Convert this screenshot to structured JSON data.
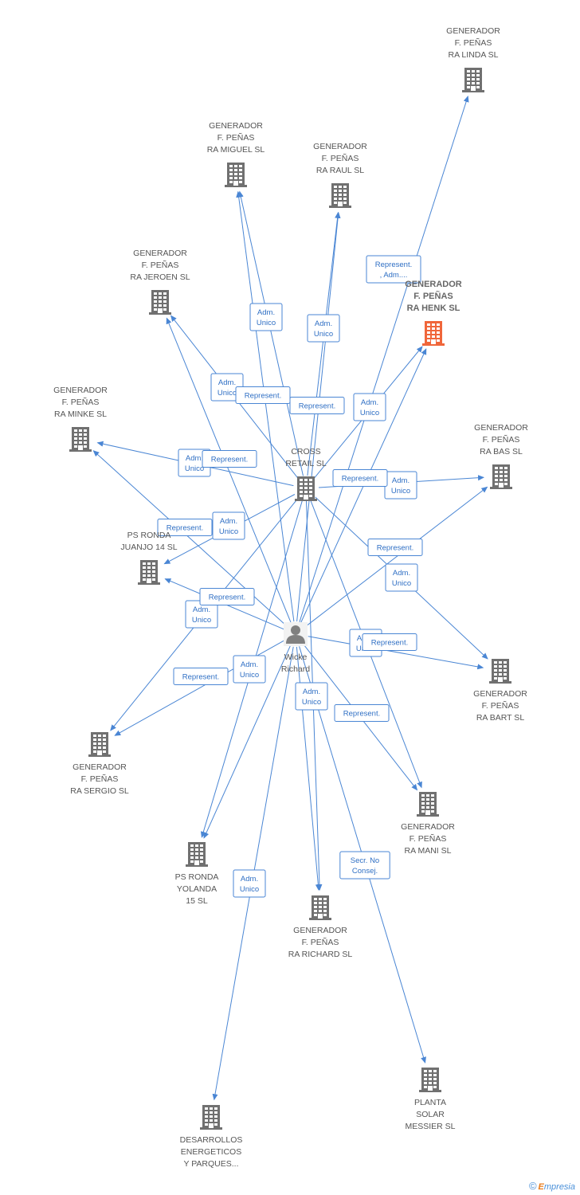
{
  "colors": {
    "edge": "#4a86d4",
    "company": "#707070",
    "focus_company": "#f0663a",
    "person": "#808080"
  },
  "nodes": [
    {
      "id": "linda",
      "type": "company",
      "icon": "building-icon",
      "lines": [
        "GENERADOR",
        "F. PEÑAS",
        "RA LINDA SL"
      ]
    },
    {
      "id": "miguel",
      "type": "company",
      "icon": "building-icon",
      "lines": [
        "GENERADOR",
        "F. PEÑAS",
        "RA MIGUEL SL"
      ]
    },
    {
      "id": "raul",
      "type": "company",
      "icon": "building-icon",
      "lines": [
        "GENERADOR",
        "F. PEÑAS",
        "RA RAUL SL"
      ]
    },
    {
      "id": "jeroen",
      "type": "company",
      "icon": "building-icon",
      "lines": [
        "GENERADOR",
        "F. PEÑAS",
        "RA JEROEN SL"
      ]
    },
    {
      "id": "henk",
      "type": "company",
      "icon": "building-icon",
      "focus": true,
      "lines": [
        "GENERADOR",
        "F. PEÑAS",
        "RA HENK SL"
      ]
    },
    {
      "id": "minke",
      "type": "company",
      "icon": "building-icon",
      "lines": [
        "GENERADOR",
        "F. PEÑAS",
        "RA MINKE SL"
      ]
    },
    {
      "id": "bas",
      "type": "company",
      "icon": "building-icon",
      "lines": [
        "GENERADOR",
        "F. PEÑAS",
        "RA BAS SL"
      ]
    },
    {
      "id": "cross",
      "type": "company",
      "icon": "building-icon",
      "lines": [
        "CROSS",
        "RETAIL SL"
      ]
    },
    {
      "id": "juanjo",
      "type": "company",
      "icon": "building-icon",
      "lines": [
        "PS RONDA",
        "JUANJO 14 SL"
      ]
    },
    {
      "id": "wicke",
      "type": "person",
      "icon": "person-icon",
      "lines": [
        "Wicke",
        "Richard"
      ]
    },
    {
      "id": "bart",
      "type": "company",
      "icon": "building-icon",
      "lines": [
        "GENERADOR",
        "F. PEÑAS",
        "RA BART SL"
      ]
    },
    {
      "id": "sergio",
      "type": "company",
      "icon": "building-icon",
      "lines": [
        "GENERADOR",
        "F. PEÑAS",
        "RA SERGIO SL"
      ]
    },
    {
      "id": "mani",
      "type": "company",
      "icon": "building-icon",
      "lines": [
        "GENERADOR",
        "F. PEÑAS",
        "RA MANI SL"
      ]
    },
    {
      "id": "yolanda",
      "type": "company",
      "icon": "building-icon",
      "lines": [
        "PS RONDA",
        "YOLANDA",
        "15 SL"
      ]
    },
    {
      "id": "richard",
      "type": "company",
      "icon": "building-icon",
      "lines": [
        "GENERADOR",
        "F. PEÑAS",
        "RA RICHARD SL"
      ]
    },
    {
      "id": "messier",
      "type": "company",
      "icon": "building-icon",
      "lines": [
        "PLANTA",
        "SOLAR",
        "MESSIER SL"
      ]
    },
    {
      "id": "desarr",
      "type": "company",
      "icon": "building-icon",
      "lines": [
        "DESARROLLOS",
        "ENERGETICOS",
        "Y PARQUES..."
      ]
    }
  ],
  "edges": [
    {
      "from": "wicke",
      "to": "linda",
      "label": [
        "Represent.",
        ", Adm...."
      ]
    },
    {
      "from": "cross",
      "to": "miguel",
      "label": [
        "Adm.",
        "Unico"
      ]
    },
    {
      "from": "wicke",
      "to": "miguel",
      "label": []
    },
    {
      "from": "cross",
      "to": "raul",
      "label": [
        "Adm.",
        "Unico"
      ]
    },
    {
      "from": "wicke",
      "to": "raul",
      "label": [
        "Represent."
      ]
    },
    {
      "from": "cross",
      "to": "jeroen",
      "label": [
        "Adm.",
        "Unico"
      ]
    },
    {
      "from": "wicke",
      "to": "jeroen",
      "label": [
        "Represent."
      ]
    },
    {
      "from": "cross",
      "to": "henk",
      "label": [
        "Adm.",
        "Unico"
      ]
    },
    {
      "from": "wicke",
      "to": "henk",
      "label": []
    },
    {
      "from": "cross",
      "to": "minke",
      "label": [
        "Adm.",
        "Unico"
      ]
    },
    {
      "from": "wicke",
      "to": "minke",
      "label": [
        "Represent."
      ]
    },
    {
      "from": "cross",
      "to": "bas",
      "label": [
        "Adm.",
        "Unico"
      ]
    },
    {
      "from": "wicke",
      "to": "bas",
      "label": [
        "Represent."
      ]
    },
    {
      "from": "cross",
      "to": "juanjo",
      "label": [
        "Adm.",
        "Unico"
      ]
    },
    {
      "from": "wicke",
      "to": "juanjo",
      "label": [
        "Represent."
      ]
    },
    {
      "from": "cross",
      "to": "bart",
      "label": [
        "Adm.",
        "Unico"
      ]
    },
    {
      "from": "wicke",
      "to": "bart",
      "label": [
        "Represent."
      ]
    },
    {
      "from": "cross",
      "to": "sergio",
      "label": [
        "Adm.",
        "Unico"
      ]
    },
    {
      "from": "wicke",
      "to": "sergio",
      "label": [
        "Represent."
      ]
    },
    {
      "from": "cross",
      "to": "mani",
      "label": [
        "Adm.",
        "Unico"
      ]
    },
    {
      "from": "wicke",
      "to": "mani",
      "label": [
        "Represent."
      ]
    },
    {
      "from": "cross",
      "to": "yolanda",
      "label": [
        "Adm.",
        "Unico"
      ]
    },
    {
      "from": "wicke",
      "to": "yolanda",
      "label": [
        "Represent."
      ]
    },
    {
      "from": "cross",
      "to": "richard",
      "label": [
        "Adm.",
        "Unico"
      ]
    },
    {
      "from": "wicke",
      "to": "richard",
      "label": [
        "Represent."
      ]
    },
    {
      "from": "wicke",
      "to": "messier",
      "label": [
        "Secr.  No",
        "Consej."
      ]
    },
    {
      "from": "wicke",
      "to": "desarr",
      "label": [
        "Adm.",
        "Unico"
      ]
    }
  ],
  "footer": {
    "copyright": "©",
    "brand_initial": "E",
    "brand_rest": "mpresia"
  }
}
